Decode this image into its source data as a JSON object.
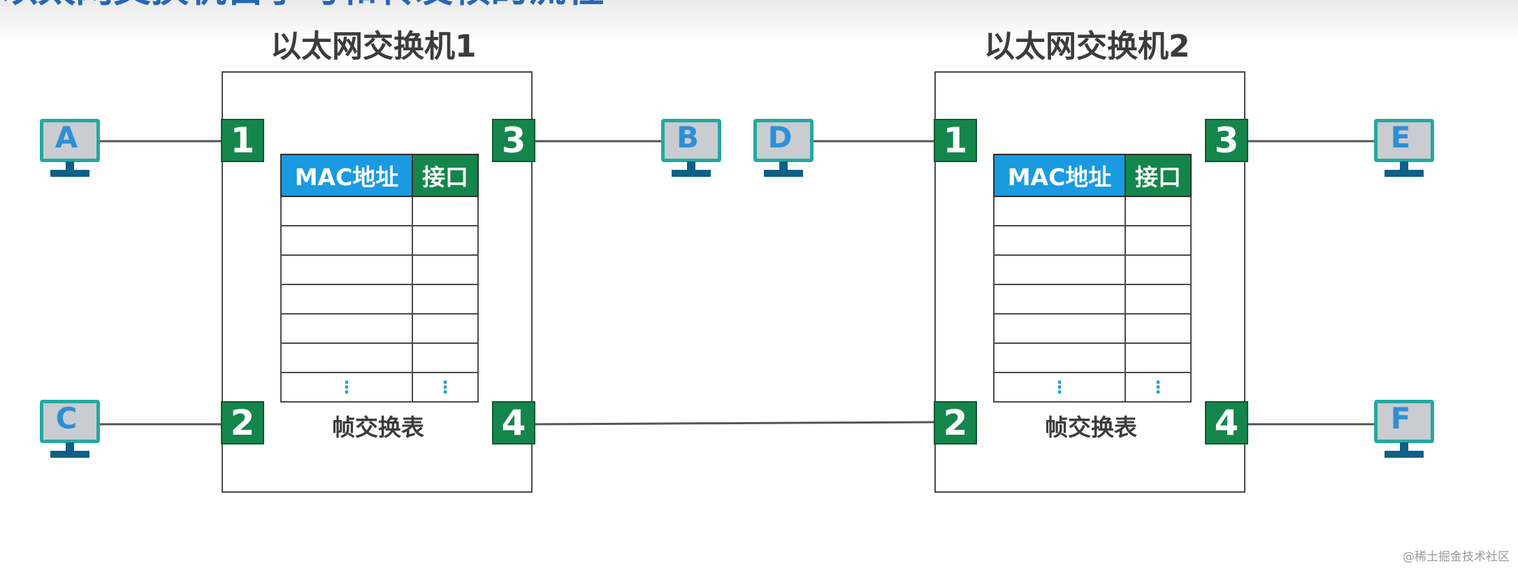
{
  "heading": "以太网交换机自学习和转发帧的流程",
  "switches": [
    {
      "title": "以太网交换机1",
      "ports": [
        "1",
        "2",
        "3",
        "4"
      ],
      "table": {
        "col_mac": "MAC地址",
        "col_port": "接口",
        "ellipsis": "⋮",
        "caption": "帧交换表"
      }
    },
    {
      "title": "以太网交换机2",
      "ports": [
        "1",
        "2",
        "3",
        "4"
      ],
      "table": {
        "col_mac": "MAC地址",
        "col_port": "接口",
        "ellipsis": "⋮",
        "caption": "帧交换表"
      }
    }
  ],
  "hosts": [
    "A",
    "B",
    "C",
    "D",
    "E",
    "F"
  ],
  "watermark": "@稀土掘金技术社区",
  "colors": {
    "heading": "#2366b8",
    "port_green": "#15864b",
    "mac_header_blue": "#1a9ae0",
    "host_frame_teal": "#25a8a0",
    "host_letter_blue": "#2d8fd6"
  },
  "icons": {
    "host": "computer-monitor-icon"
  }
}
